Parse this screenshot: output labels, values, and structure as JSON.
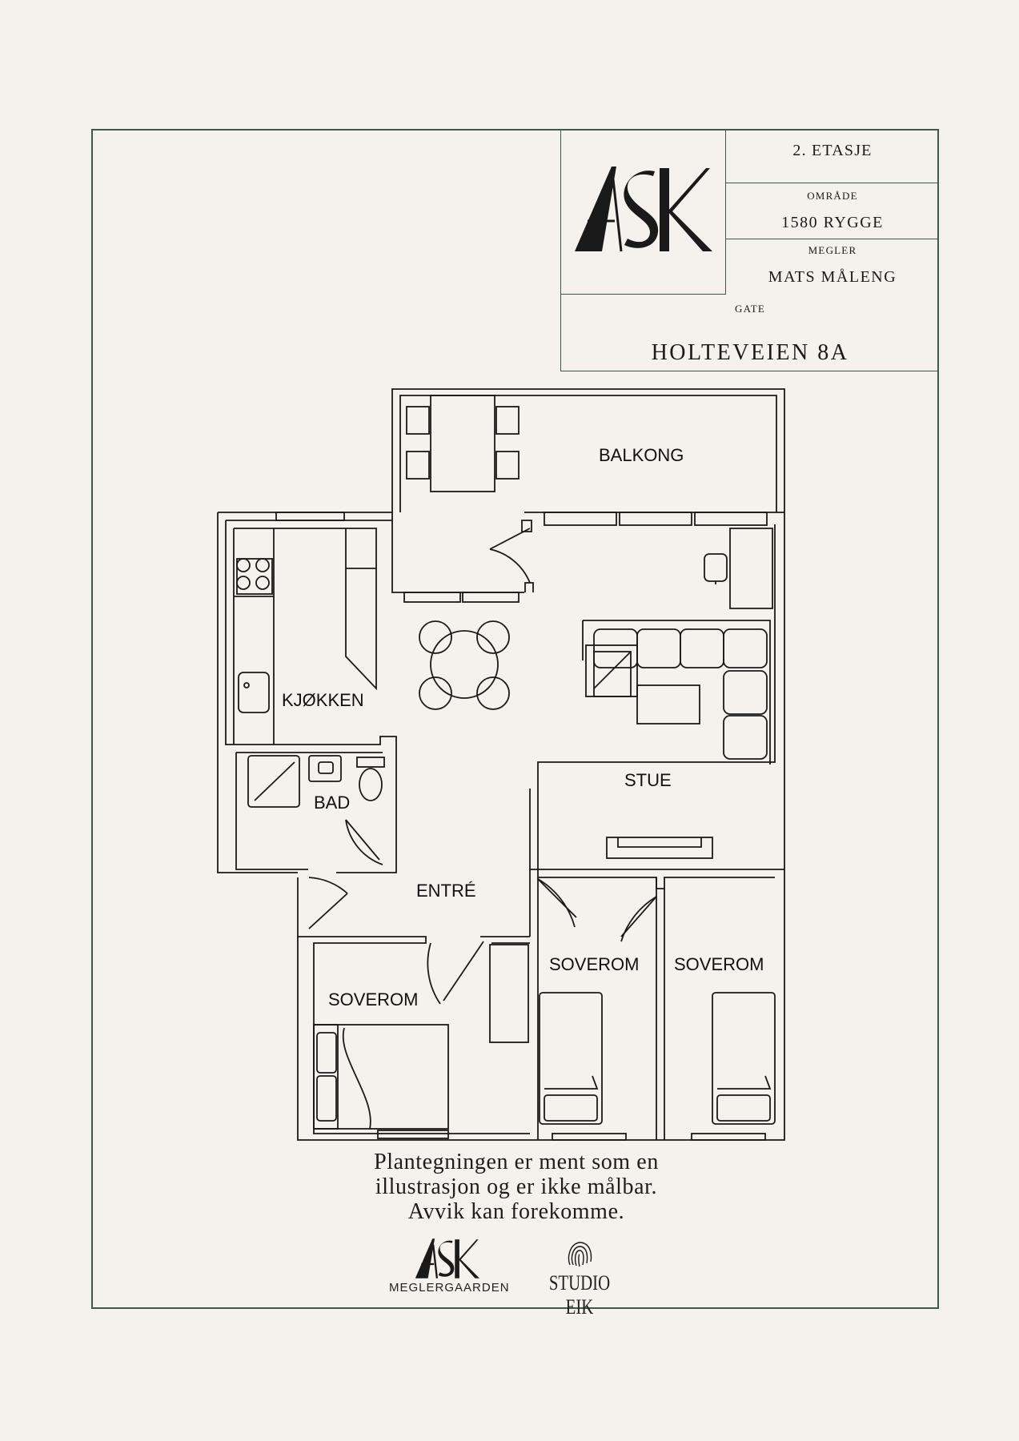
{
  "title_block": {
    "floor": "2. ETASJE",
    "area_label": "OMRÅDE",
    "area_value": "1580 RYGGE",
    "broker_label": "MEGLER",
    "broker_value": "MATS MÅLENG",
    "street_label": "GATE",
    "street_value": "HOLTEVEIEN 8A",
    "logo_text": "ASK"
  },
  "rooms": {
    "balcony": "BALKONG",
    "kitchen": "KJØKKEN",
    "bathroom": "BAD",
    "living": "STUE",
    "entrance": "ENTRÉ",
    "bedroom_main": "SOVEROM",
    "bedroom_2": "SOVEROM",
    "bedroom_3": "SOVEROM"
  },
  "disclaimer": {
    "line1": "Plantegningen er ment som en",
    "line2": "illustrasjon og er ikke målbar.",
    "line3": "Avvik kan forekomme."
  },
  "footer": {
    "ask_logo_text": "ASK",
    "ask_caption": "MEGLERGAARDEN",
    "studio_caption": "STUDIO EIK"
  },
  "colors": {
    "background": "#f5f1ec",
    "frame": "#3c5a44",
    "ink": "#1a1a1a"
  }
}
